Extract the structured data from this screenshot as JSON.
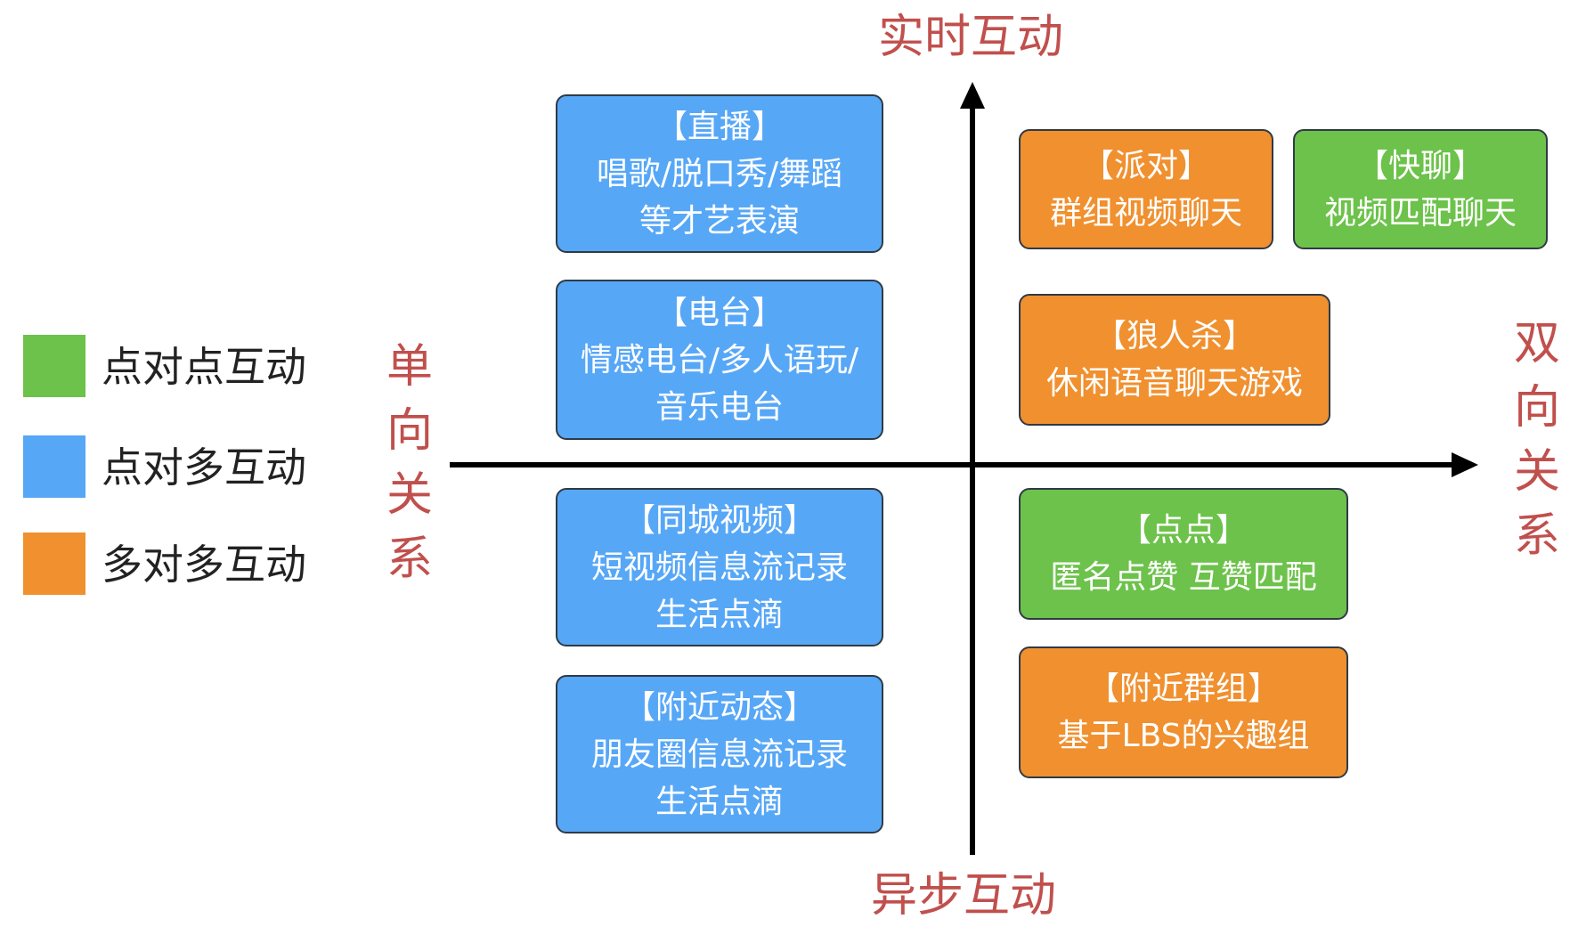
{
  "colors": {
    "green": "#6cc24a",
    "blue": "#57a7f7",
    "orange": "#f0902f",
    "axis_label": "#c0504d",
    "axis_line": "#000000"
  },
  "legend": [
    {
      "label": "点对点互动",
      "color": "#6cc24a"
    },
    {
      "label": "点对多互动",
      "color": "#57a7f7"
    },
    {
      "label": "多对多互动",
      "color": "#f0902f"
    }
  ],
  "axes": {
    "top": "实时互动",
    "bottom": "异步互动",
    "left": "单向关系",
    "right": "双向关系"
  },
  "boxes": {
    "live": {
      "title": "【直播】",
      "lines": [
        "唱歌/脱口秀/舞蹈",
        "等才艺表演"
      ],
      "type": "blue"
    },
    "radio": {
      "title": "【电台】",
      "lines": [
        "情感电台/多人语玩/",
        "音乐电台"
      ],
      "type": "blue"
    },
    "city_video": {
      "title": "【同城视频】",
      "lines": [
        "短视频信息流记录",
        "生活点滴"
      ],
      "type": "blue"
    },
    "nearby_moments": {
      "title": "【附近动态】",
      "lines": [
        "朋友圈信息流记录",
        "生活点滴"
      ],
      "type": "blue"
    },
    "party": {
      "title": "【派对】",
      "lines": [
        "群组视频聊天"
      ],
      "type": "orange"
    },
    "quick_chat": {
      "title": "【快聊】",
      "lines": [
        "视频匹配聊天"
      ],
      "type": "green"
    },
    "werewolf": {
      "title": "【狼人杀】",
      "lines": [
        "休闲语音聊天游戏"
      ],
      "type": "orange"
    },
    "dots": {
      "title": "【点点】",
      "lines": [
        "匿名点赞 互赞匹配"
      ],
      "type": "green"
    },
    "nearby_groups": {
      "title": "【附近群组】",
      "lines": [
        "基于LBS的兴趣组"
      ],
      "type": "orange"
    }
  }
}
